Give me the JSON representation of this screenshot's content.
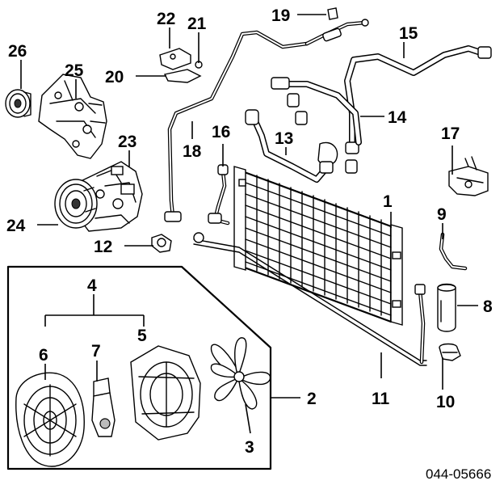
{
  "callouts": [
    {
      "id": "p1",
      "label": "1"
    },
    {
      "id": "p2",
      "label": "2"
    },
    {
      "id": "p3",
      "label": "3"
    },
    {
      "id": "p4",
      "label": "4"
    },
    {
      "id": "p5",
      "label": "5"
    },
    {
      "id": "p6",
      "label": "6"
    },
    {
      "id": "p7",
      "label": "7"
    },
    {
      "id": "p8",
      "label": "8"
    },
    {
      "id": "p9",
      "label": "9"
    },
    {
      "id": "p10",
      "label": "10"
    },
    {
      "id": "p11",
      "label": "11"
    },
    {
      "id": "p12",
      "label": "12"
    },
    {
      "id": "p13",
      "label": "13"
    },
    {
      "id": "p14",
      "label": "14"
    },
    {
      "id": "p15",
      "label": "15"
    },
    {
      "id": "p16",
      "label": "16"
    },
    {
      "id": "p17",
      "label": "17"
    },
    {
      "id": "p18",
      "label": "18"
    },
    {
      "id": "p19",
      "label": "19"
    },
    {
      "id": "p20",
      "label": "20"
    },
    {
      "id": "p21",
      "label": "21"
    },
    {
      "id": "p22",
      "label": "22"
    },
    {
      "id": "p23",
      "label": "23"
    },
    {
      "id": "p24",
      "label": "24"
    },
    {
      "id": "p25",
      "label": "25"
    },
    {
      "id": "p26",
      "label": "26"
    }
  ],
  "reference_number": "044-05666"
}
